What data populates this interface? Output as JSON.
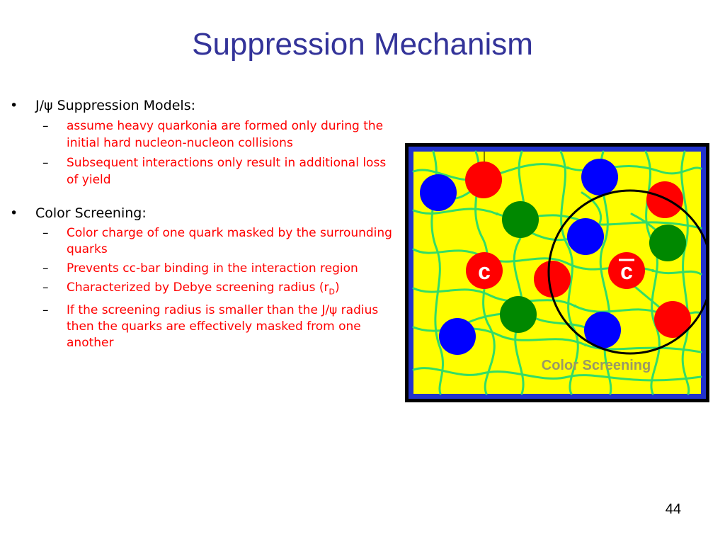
{
  "slide": {
    "title": "Suppression Mechanism",
    "page_number": "44"
  },
  "bullets": [
    {
      "text": "J/ψ Suppression Models:",
      "subitems": [
        "assume heavy quarkonia are formed only during the initial hard nucleon-nucleon collisions",
        "Subsequent interactions only result in additional loss of yield"
      ]
    },
    {
      "text": "Color Screening:",
      "subitems": [
        "Color charge of one quark masked by the surrounding quarks",
        "Prevents cc-bar binding in the interaction region",
        "Characterized by Debye screening radius",
        "If the screening radius is smaller than the J/ψ radius then the quarks are effectively masked from one another"
      ],
      "debye_symbol": "(r",
      "debye_subscript": "D",
      "debye_close": ")"
    }
  ],
  "figure": {
    "quark_label": "c",
    "antiquark_label": "c",
    "caption": "Color Screening",
    "colors": {
      "frame": "#000000",
      "border": "#2233cc",
      "background": "#ffff00",
      "gluon": "#33dd66",
      "red": "#ff0000",
      "blue": "#0000ff",
      "green": "#008800",
      "caption": "#999966"
    }
  }
}
